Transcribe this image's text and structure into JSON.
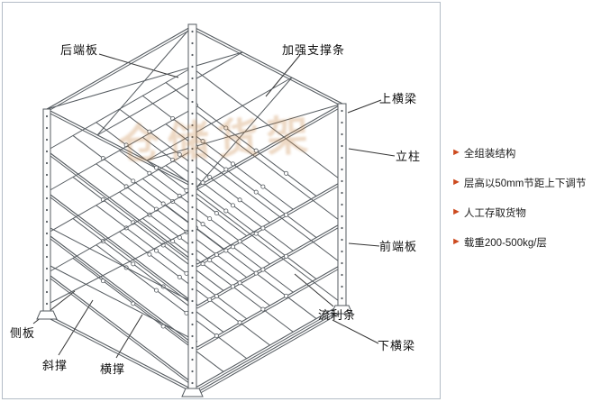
{
  "diagram": {
    "border_color": "#b3bcc6",
    "line_color": "#555b60",
    "watermark": {
      "text": "仓储货架",
      "color": "#c9894a"
    },
    "labels": [
      {
        "id": "rear-end-plate",
        "text": "后端板"
      },
      {
        "id": "reinforcing-support-bar",
        "text": "加强支撑条"
      },
      {
        "id": "upper-beam",
        "text": "上横梁"
      },
      {
        "id": "upright-column",
        "text": "立柱"
      },
      {
        "id": "front-end-plate",
        "text": "前端板"
      },
      {
        "id": "flow-rail",
        "text": "流利条"
      },
      {
        "id": "lower-beam",
        "text": "下横梁"
      },
      {
        "id": "side-plate",
        "text": "侧板"
      },
      {
        "id": "diagonal-brace",
        "text": "斜撑"
      },
      {
        "id": "horizontal-brace",
        "text": "横撑"
      }
    ]
  },
  "features": {
    "marker": "►",
    "marker_color": "#cc4a1f",
    "items": [
      {
        "text": "全组装结构"
      },
      {
        "text": "层高以50mm节距上下调节"
      },
      {
        "text": "人工存取货物"
      },
      {
        "text": "载重200-500kg/层"
      }
    ]
  }
}
